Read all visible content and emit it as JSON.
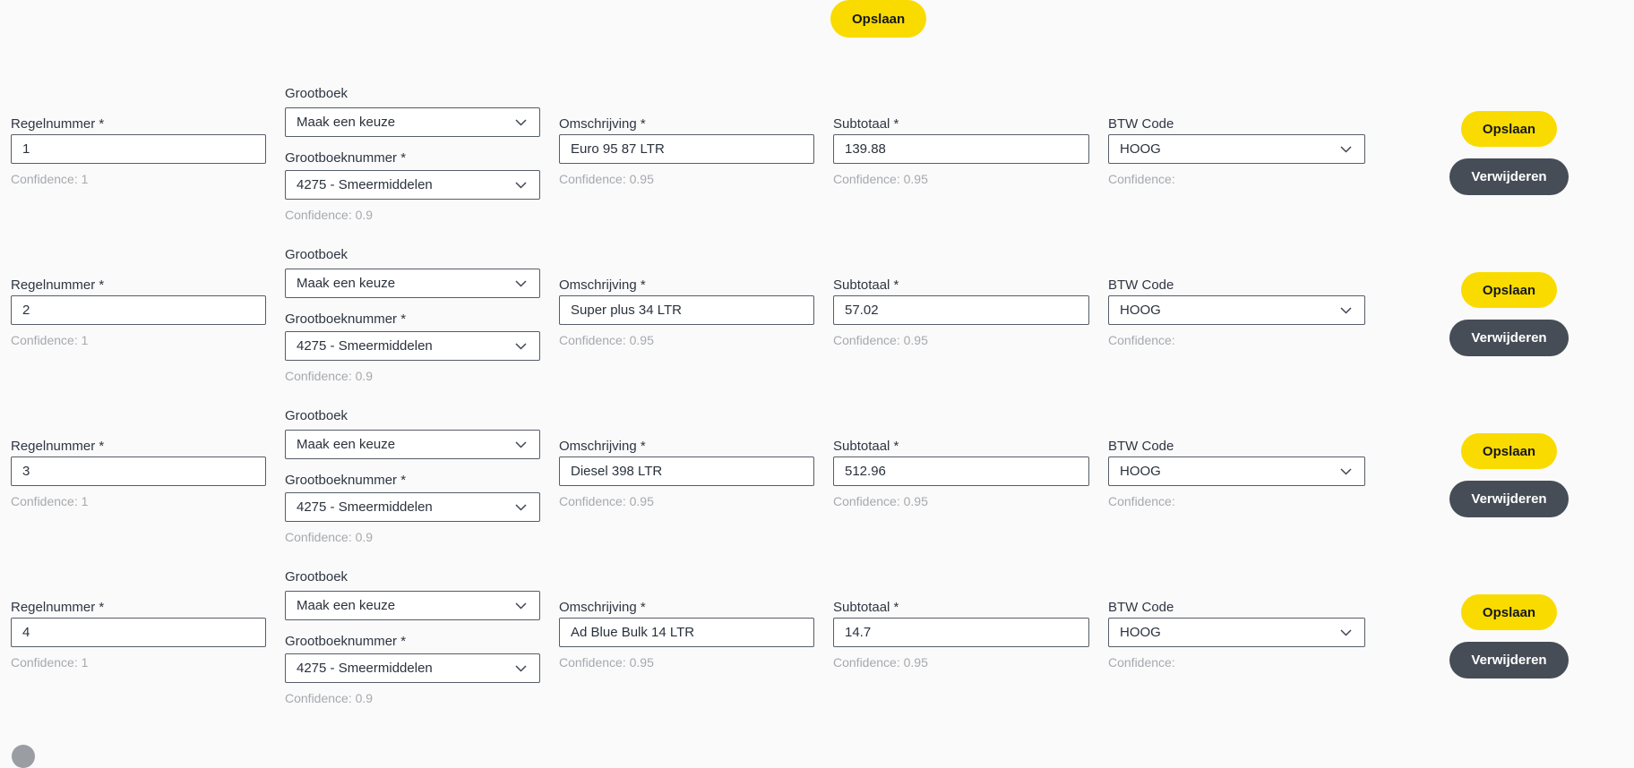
{
  "page": {
    "background": "#fafafa",
    "accent_yellow": "#fadb00",
    "dark_gray": "#474d57",
    "top_save_label": "Opslaan"
  },
  "labels": {
    "regelnummer": "Regelnummer *",
    "grootboek": "Grootboek",
    "grootboeknummer": "Grootboeknummer *",
    "omschrijving": "Omschrijving *",
    "subtotaal": "Subtotaal *",
    "btw_code": "BTW Code"
  },
  "buttons": {
    "save": "Opslaan",
    "delete": "Verwijderen"
  },
  "rows": [
    {
      "regelnummer": "1",
      "regelnummer_confidence": "Confidence: 1",
      "grootboek_value": "Maak een keuze",
      "grootboeknummer_value": "4275 - Smeermiddelen",
      "grootboeknummer_confidence": "Confidence: 0.9",
      "omschrijving": "Euro 95 87 LTR",
      "omschrijving_confidence": "Confidence: 0.95",
      "subtotaal": "139.88",
      "subtotaal_confidence": "Confidence: 0.95",
      "btw_code": "HOOG",
      "btw_confidence": "Confidence:"
    },
    {
      "regelnummer": "2",
      "regelnummer_confidence": "Confidence: 1",
      "grootboek_value": "Maak een keuze",
      "grootboeknummer_value": "4275 - Smeermiddelen",
      "grootboeknummer_confidence": "Confidence: 0.9",
      "omschrijving": "Super plus 34 LTR",
      "omschrijving_confidence": "Confidence: 0.95",
      "subtotaal": "57.02",
      "subtotaal_confidence": "Confidence: 0.95",
      "btw_code": "HOOG",
      "btw_confidence": "Confidence:"
    },
    {
      "regelnummer": "3",
      "regelnummer_confidence": "Confidence: 1",
      "grootboek_value": "Maak een keuze",
      "grootboeknummer_value": "4275 - Smeermiddelen",
      "grootboeknummer_confidence": "Confidence: 0.9",
      "omschrijving": "Diesel 398 LTR",
      "omschrijving_confidence": "Confidence: 0.95",
      "subtotaal": "512.96",
      "subtotaal_confidence": "Confidence: 0.95",
      "btw_code": "HOOG",
      "btw_confidence": "Confidence:"
    },
    {
      "regelnummer": "4",
      "regelnummer_confidence": "Confidence: 1",
      "grootboek_value": "Maak een keuze",
      "grootboeknummer_value": "4275 - Smeermiddelen",
      "grootboeknummer_confidence": "Confidence: 0.9",
      "omschrijving": "Ad Blue Bulk 14 LTR",
      "omschrijving_confidence": "Confidence: 0.95",
      "subtotaal": "14.7",
      "subtotaal_confidence": "Confidence: 0.95",
      "btw_code": "HOOG",
      "btw_confidence": "Confidence:"
    }
  ]
}
